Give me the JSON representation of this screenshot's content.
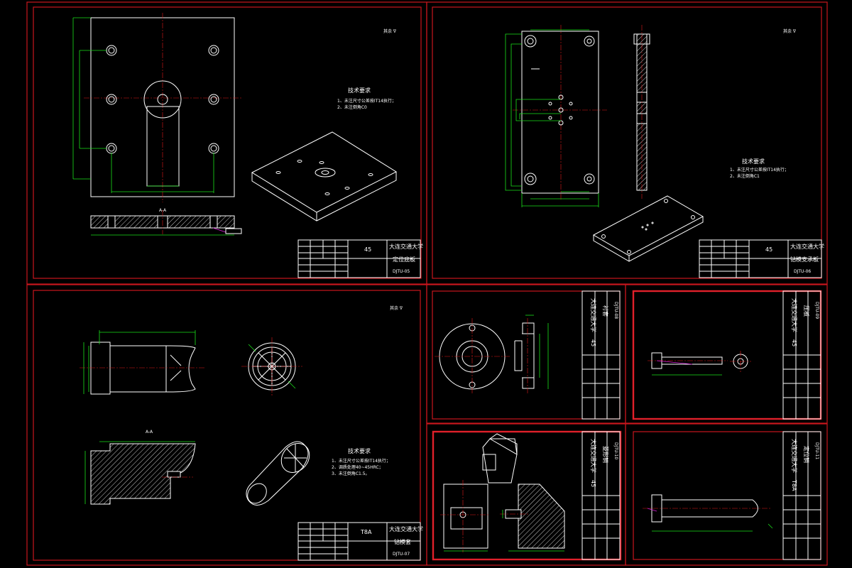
{
  "colors": {
    "background": "#000000",
    "frame": "#c8161d",
    "outline": "#ffffff",
    "dimension": "#19e019",
    "center_line": "#e01a1a"
  },
  "sheets": [
    {
      "id": "DJTU-05",
      "surface_symbol": "其余 ∇",
      "tech_title": "技术要求",
      "tech_notes": [
        "1、未注尺寸公差按IT14执行；",
        "2、未注倒角C0"
      ],
      "section_label": "A-A",
      "material": "45",
      "school": "大连交通大学",
      "part_name": "定位底板",
      "drawing_no": "DJTU-05"
    },
    {
      "id": "DJTU-06",
      "surface_symbol": "其余 ∇",
      "tech_title": "技术要求",
      "tech_notes": [
        "1、未注尺寸公差按IT14执行；",
        "2、未注倒角C1"
      ],
      "material": "45",
      "school": "大连交通大学",
      "part_name": "钻模支承板",
      "drawing_no": "DJTU-06"
    },
    {
      "id": "DJTU-07",
      "surface_symbol": "其余 ∇",
      "section_label": "A-A",
      "tech_title": "技术要求",
      "tech_notes": [
        "1、未注尺寸公差按IT14执行；",
        "2、调质处理40~45HRC；",
        "3、未注倒角C1.5。"
      ],
      "material": "T8A",
      "school": "大连交通大学",
      "part_name": "钻模套",
      "drawing_no": "DJTU-07"
    },
    {
      "id": "DJTU-08",
      "school": "大连交通大学",
      "part_name": "衬套",
      "material": "45",
      "drawing_no": "DJTU-08"
    },
    {
      "id": "DJTU-09",
      "school": "大连交通大学",
      "part_name": "压板",
      "material": "45",
      "drawing_no": "DJTU-09"
    },
    {
      "id": "DJTU-10",
      "school": "大连交通大学",
      "part_name": "菱形销",
      "material": "45",
      "drawing_no": "DJTU-10"
    },
    {
      "id": "DJTU-11",
      "school": "大连交通大学",
      "part_name": "定位销",
      "material": "T8A",
      "drawing_no": "DJTU-11"
    }
  ]
}
